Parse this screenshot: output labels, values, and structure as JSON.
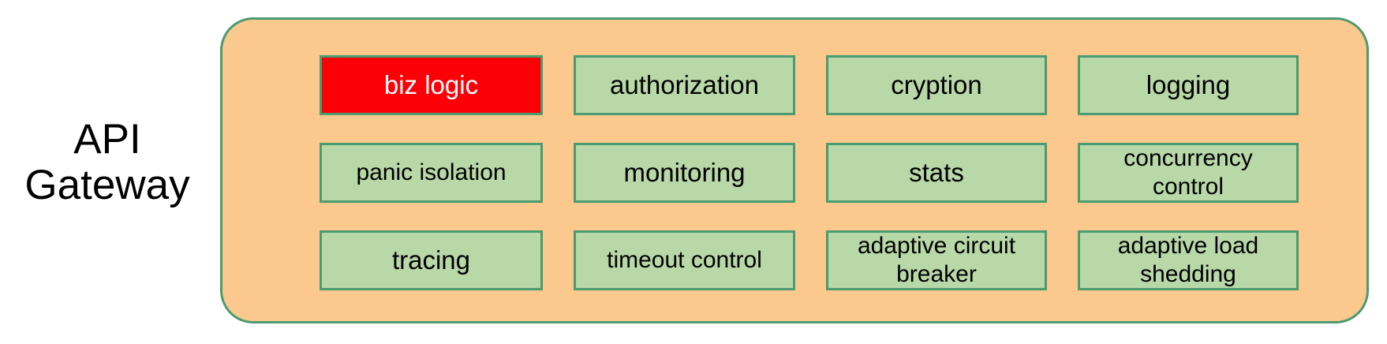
{
  "diagram": {
    "title": "API Gateway",
    "side_label": "API\nGateway",
    "colors": {
      "container_fill": "#fbc98e",
      "container_border": "#4b9b70",
      "box_fill": "#b8d8a8",
      "box_border": "#4b9b70",
      "highlight_fill": "#fb0007",
      "highlight_text": "#ffffff",
      "text": "#000000",
      "background": "#ffffff"
    },
    "grid": {
      "rows": 3,
      "columns": 4,
      "cells": [
        {
          "label": "biz logic",
          "highlight": true,
          "lines": 1,
          "size": "normal"
        },
        {
          "label": "authorization",
          "highlight": false,
          "lines": 1,
          "size": "normal"
        },
        {
          "label": "cryption",
          "highlight": false,
          "lines": 1,
          "size": "normal"
        },
        {
          "label": "logging",
          "highlight": false,
          "lines": 1,
          "size": "normal"
        },
        {
          "label": "panic isolation",
          "highlight": false,
          "lines": 1,
          "size": "small"
        },
        {
          "label": "monitoring",
          "highlight": false,
          "lines": 1,
          "size": "normal"
        },
        {
          "label": "stats",
          "highlight": false,
          "lines": 1,
          "size": "normal"
        },
        {
          "label": "concurrency\ncontrol",
          "highlight": false,
          "lines": 2,
          "size": "two-line"
        },
        {
          "label": "tracing",
          "highlight": false,
          "lines": 1,
          "size": "normal"
        },
        {
          "label": "timeout control",
          "highlight": false,
          "lines": 1,
          "size": "small"
        },
        {
          "label": "adaptive circuit\nbreaker",
          "highlight": false,
          "lines": 2,
          "size": "two-line"
        },
        {
          "label": "adaptive load\nshedding",
          "highlight": false,
          "lines": 2,
          "size": "two-line"
        }
      ]
    }
  }
}
